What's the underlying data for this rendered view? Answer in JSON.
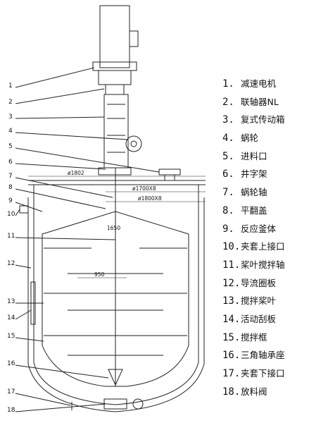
{
  "callout_numbers": [
    "1",
    "2",
    "3",
    "4",
    "5",
    "6",
    "7",
    "8",
    "9",
    "10",
    "11",
    "12",
    "13",
    "14",
    "15",
    "16",
    "17",
    "18"
  ],
  "dimensions": {
    "d_1802": "ø1802",
    "d_1700": "ø1700X8",
    "d_1800": "ø1800X8",
    "d_1650": "1650",
    "d_950": "950"
  },
  "legend": [
    {
      "num": "1.",
      "text": "减速电机"
    },
    {
      "num": "2.",
      "text": "联轴器NL"
    },
    {
      "num": "3.",
      "text": "复式传动箱"
    },
    {
      "num": "4.",
      "text": "蜗轮"
    },
    {
      "num": "5.",
      "text": "进料口"
    },
    {
      "num": "6.",
      "text": "井字架"
    },
    {
      "num": "7.",
      "text": "蜗轮轴"
    },
    {
      "num": "8.",
      "text": "平翻盖"
    },
    {
      "num": "9.",
      "text": "反应釜体"
    },
    {
      "num": "10.",
      "text": "夹套上接口"
    },
    {
      "num": "11.",
      "text": "桨叶搅拌轴"
    },
    {
      "num": "12.",
      "text": "导流圈板"
    },
    {
      "num": "13.",
      "text": "搅拌桨叶"
    },
    {
      "num": "14.",
      "text": "活动刮板"
    },
    {
      "num": "15.",
      "text": "搅拌框"
    },
    {
      "num": "16.",
      "text": "三角轴承座"
    },
    {
      "num": "17.",
      "text": "夹套下接口"
    },
    {
      "num": "18.",
      "text": "放料阀"
    }
  ]
}
